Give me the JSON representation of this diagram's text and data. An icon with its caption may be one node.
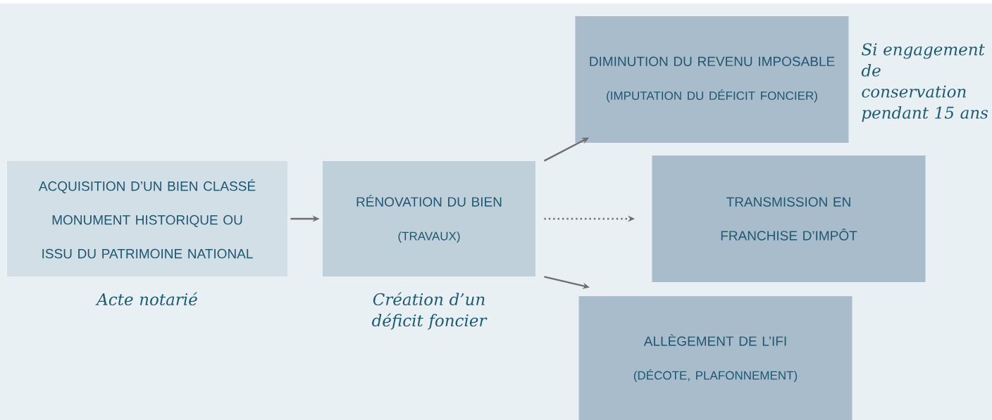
{
  "diagram": {
    "nodes": [
      {
        "text": [
          "ACQUISITION D’UN BIEN CLASSÉ MONUMENT HISTORIQUE OU ISSU DU PATRIMOINE NATIONAL"
        ],
        "beside": [
          "Acte notarié"
        ]
      },
      {
        "text": [
          "RÉNOVATION DU BIEN",
          "(TRAVAUX)"
        ],
        "beside": [
          "Création d’un déficit foncier"
        ]
      },
      {
        "text": [
          "DIMINUTION DU REVENU IMPOSABLE",
          "(IMPUTATION DU DÉFICIT FONCIER)"
        ],
        "beside": [
          "Si engagement de conservation pendant 15 ans"
        ]
      },
      {
        "text": [
          "TRANSMISSION EN FRANCHISE D’IMPÔT"
        ]
      },
      {
        "text": [
          "ALLÈGEMENT DE L’IFI",
          "(DÉCOTE, PLAFONNEMENT)"
        ]
      }
    ],
    "edges": [
      {
        "from": 0,
        "to": 1,
        "arrow": "to"
      },
      {
        "from": 1,
        "to": 2,
        "arrow": "to"
      },
      {
        "from": 1,
        "to": 3,
        "arrow": "to",
        "style": "dashed"
      },
      {
        "from": 1,
        "to": 4,
        "arrow": "to"
      }
    ]
  }
}
